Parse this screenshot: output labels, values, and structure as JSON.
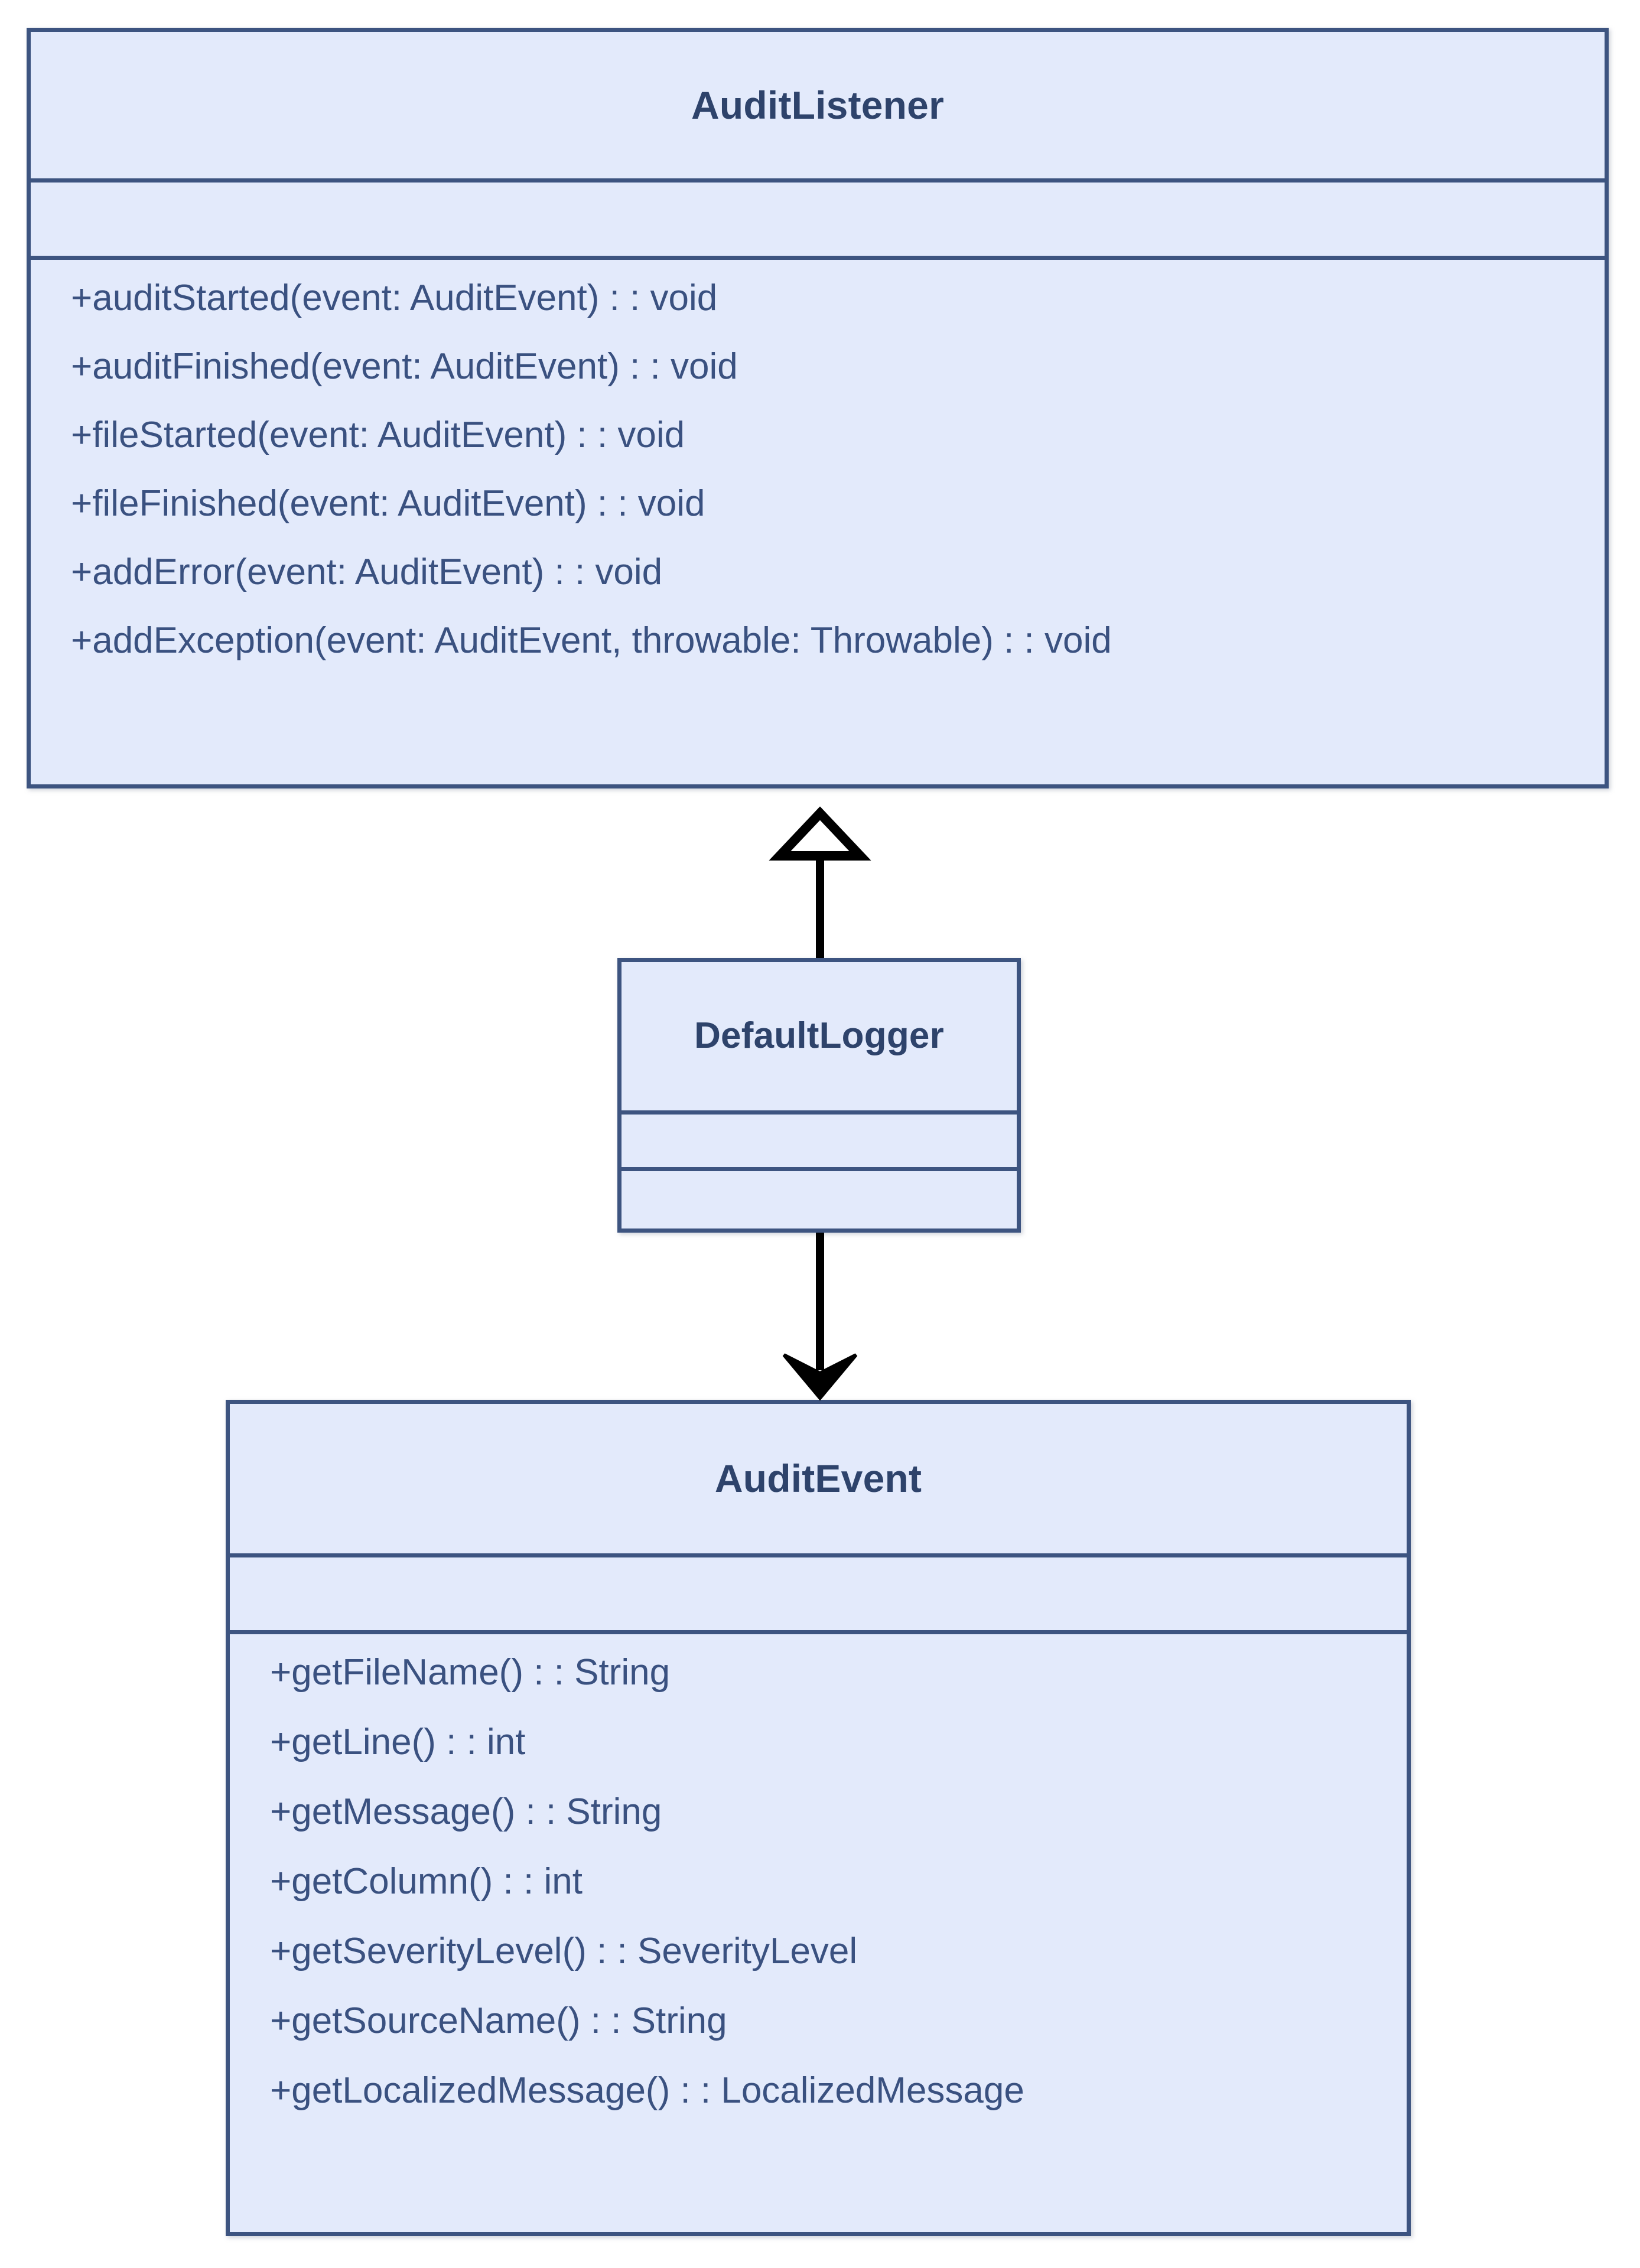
{
  "diagram": {
    "type": "uml-class-diagram",
    "background_color": "#ffffff",
    "class_fill_color": "#e3eafb",
    "class_border_color": "#3d5480",
    "class_title_color": "#2e436b",
    "member_text_color": "#3a5180",
    "connector_color": "#000000"
  },
  "classes": {
    "audit_listener": {
      "name": "AuditListener",
      "attributes": [],
      "methods": [
        "+auditStarted(event: AuditEvent) : : void",
        "+auditFinished(event: AuditEvent) : : void",
        "+fileStarted(event: AuditEvent) : : void",
        "+fileFinished(event: AuditEvent) : : void",
        "+addError(event: AuditEvent) : : void",
        "+addException(event: AuditEvent, throwable: Throwable) : : void"
      ]
    },
    "default_logger": {
      "name": "DefaultLogger",
      "attributes": [],
      "methods": []
    },
    "audit_event": {
      "name": "AuditEvent",
      "attributes": [],
      "methods": [
        "+getFileName() : : String",
        "+getLine() : : int",
        "+getMessage() : : String",
        "+getColumn() : : int",
        "+getSeverityLevel() : : SeverityLevel",
        "+getSourceName() : : String",
        "+getLocalizedMessage() : : LocalizedMessage"
      ]
    }
  },
  "connectors": [
    {
      "id": "generalization-default-logger-to-audit-listener",
      "from": "DefaultLogger",
      "to": "AuditListener",
      "arrow_style": "hollow-triangle",
      "direction": "up"
    },
    {
      "id": "association-default-logger-to-audit-event",
      "from": "DefaultLogger",
      "to": "AuditEvent",
      "arrow_style": "filled-open-arrow",
      "direction": "down"
    }
  ]
}
